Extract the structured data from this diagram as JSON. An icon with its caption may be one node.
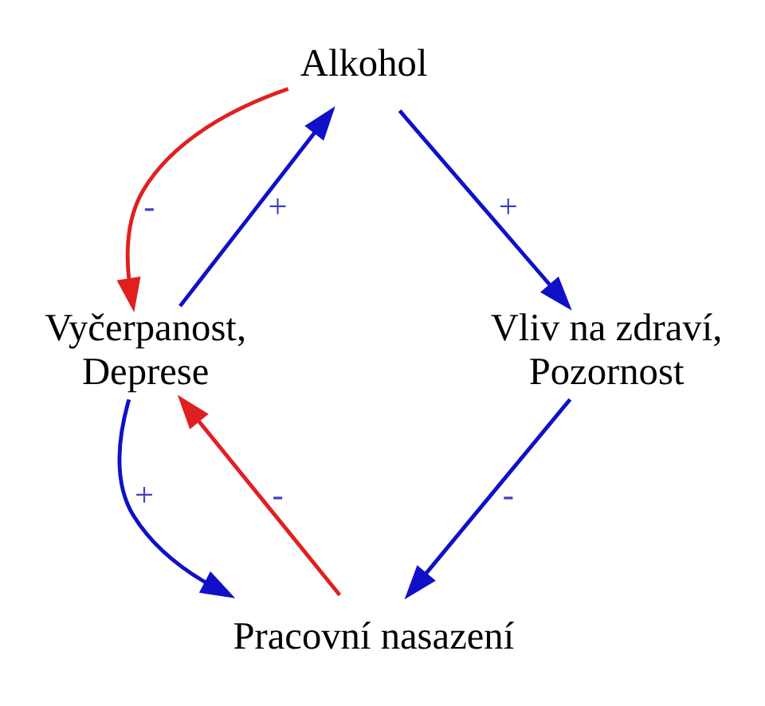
{
  "diagram": {
    "nodes": [
      {
        "text": [
          "Alkohol"
        ]
      },
      {
        "text": [
          "Vyčerpanost, Deprese"
        ]
      },
      {
        "text": [
          "Vliv na zdraví, Pozornost"
        ]
      },
      {
        "text": [
          "Pracovní nasazení"
        ]
      }
    ],
    "edges": [
      {
        "from": 0,
        "to": 1,
        "arrow": "to",
        "label": "-",
        "color": "#e02020"
      },
      {
        "from": 1,
        "to": 0,
        "arrow": "to",
        "label": "+"
      },
      {
        "from": 0,
        "to": 2,
        "arrow": "to",
        "label": "+"
      },
      {
        "from": 1,
        "to": 3,
        "arrow": "to",
        "label": "+"
      },
      {
        "from": 3,
        "to": 1,
        "arrow": "to",
        "label": "-",
        "color": "#e02020"
      },
      {
        "from": 2,
        "to": 3,
        "arrow": "to",
        "label": "-"
      }
    ]
  }
}
